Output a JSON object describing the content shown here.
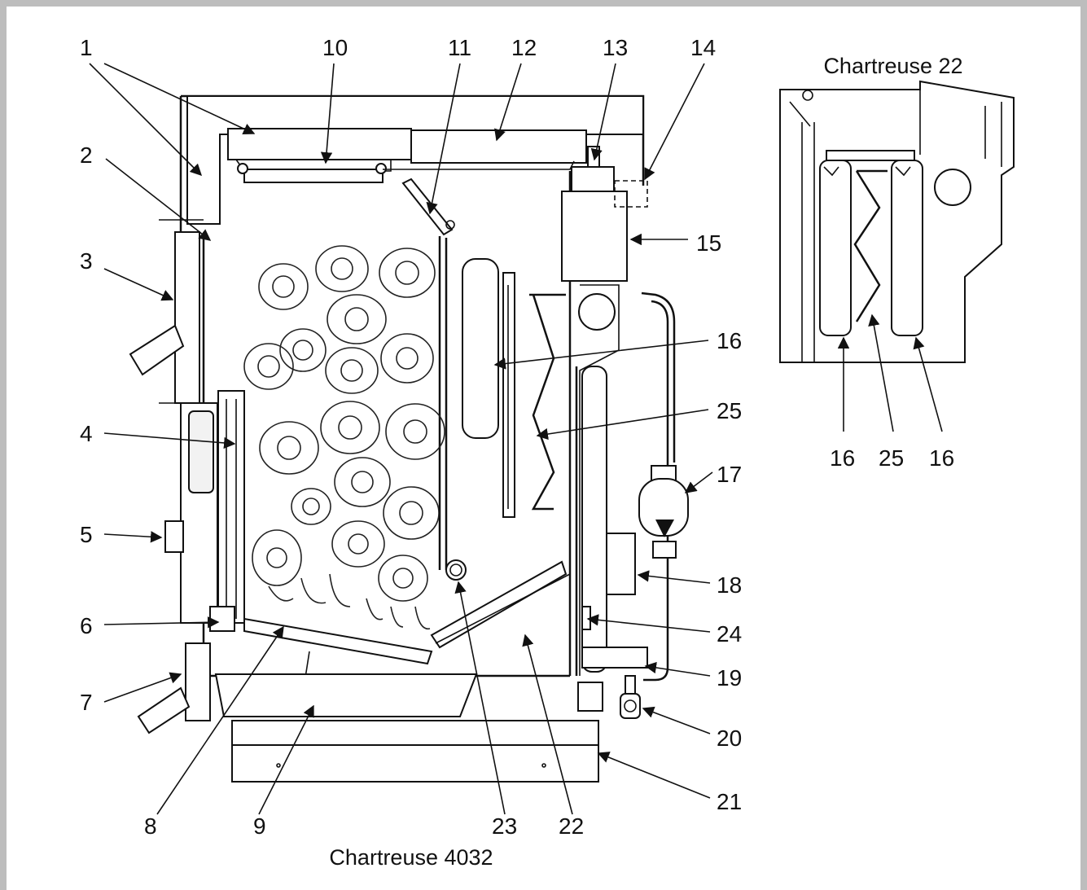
{
  "main_caption": "Chartreuse 4032",
  "inset_caption": "Chartreuse 22",
  "callouts": {
    "c1": "1",
    "c2": "2",
    "c3": "3",
    "c4": "4",
    "c5": "5",
    "c6": "6",
    "c7": "7",
    "c8": "8",
    "c9": "9",
    "c10": "10",
    "c11": "11",
    "c12": "12",
    "c13": "13",
    "c14": "14",
    "c15": "15",
    "c16": "16",
    "c17": "17",
    "c18": "18",
    "c19": "19",
    "c20": "20",
    "c21": "21",
    "c22": "22",
    "c23": "23",
    "c24": "24",
    "c25": "25"
  },
  "inset_callouts": {
    "left16": "16",
    "mid25": "25",
    "right16": "16"
  }
}
